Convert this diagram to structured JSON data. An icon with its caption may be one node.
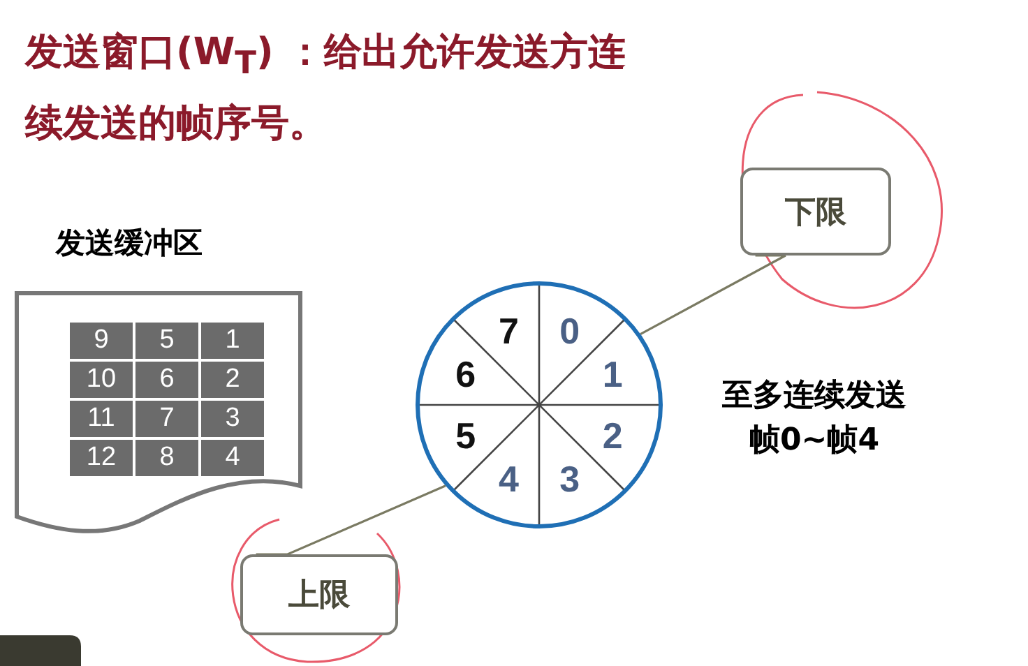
{
  "diagram": {
    "title": "发送窗口(W$_{T}$) ：给出允许发送方连续发送的帧序号。",
    "nodes": [
      {
        "text": [
          "0",
          "1",
          "2",
          "3",
          "4",
          "5",
          "6",
          "7"
        ]
      },
      {
        "text": [
          "下限"
        ]
      },
      {
        "text": [
          "上限"
        ]
      },
      {
        "text": [
          "发送缓冲区"
        ]
      },
      {
        "text": [
          "9"
        ],
        "in": 3
      },
      {
        "text": [
          "5"
        ],
        "in": 3
      },
      {
        "text": [
          "1"
        ],
        "in": 3
      },
      {
        "text": [
          "10"
        ],
        "in": 3
      },
      {
        "text": [
          "6"
        ],
        "in": 3
      },
      {
        "text": [
          "2"
        ],
        "in": 3
      },
      {
        "text": [
          "11"
        ],
        "in": 3
      },
      {
        "text": [
          "7"
        ],
        "in": 3
      },
      {
        "text": [
          "3"
        ],
        "in": 3
      },
      {
        "text": [
          "12"
        ],
        "in": 3
      },
      {
        "text": [
          "8"
        ],
        "in": 3
      },
      {
        "text": [
          "4"
        ],
        "in": 3
      }
    ],
    "edges": [
      {
        "from": 1,
        "to": 0,
        "arrow": "none"
      },
      {
        "from": 2,
        "to": 0,
        "arrow": "none"
      }
    ],
    "labels": [
      "至多连续发送帧0~帧4"
    ]
  }
}
